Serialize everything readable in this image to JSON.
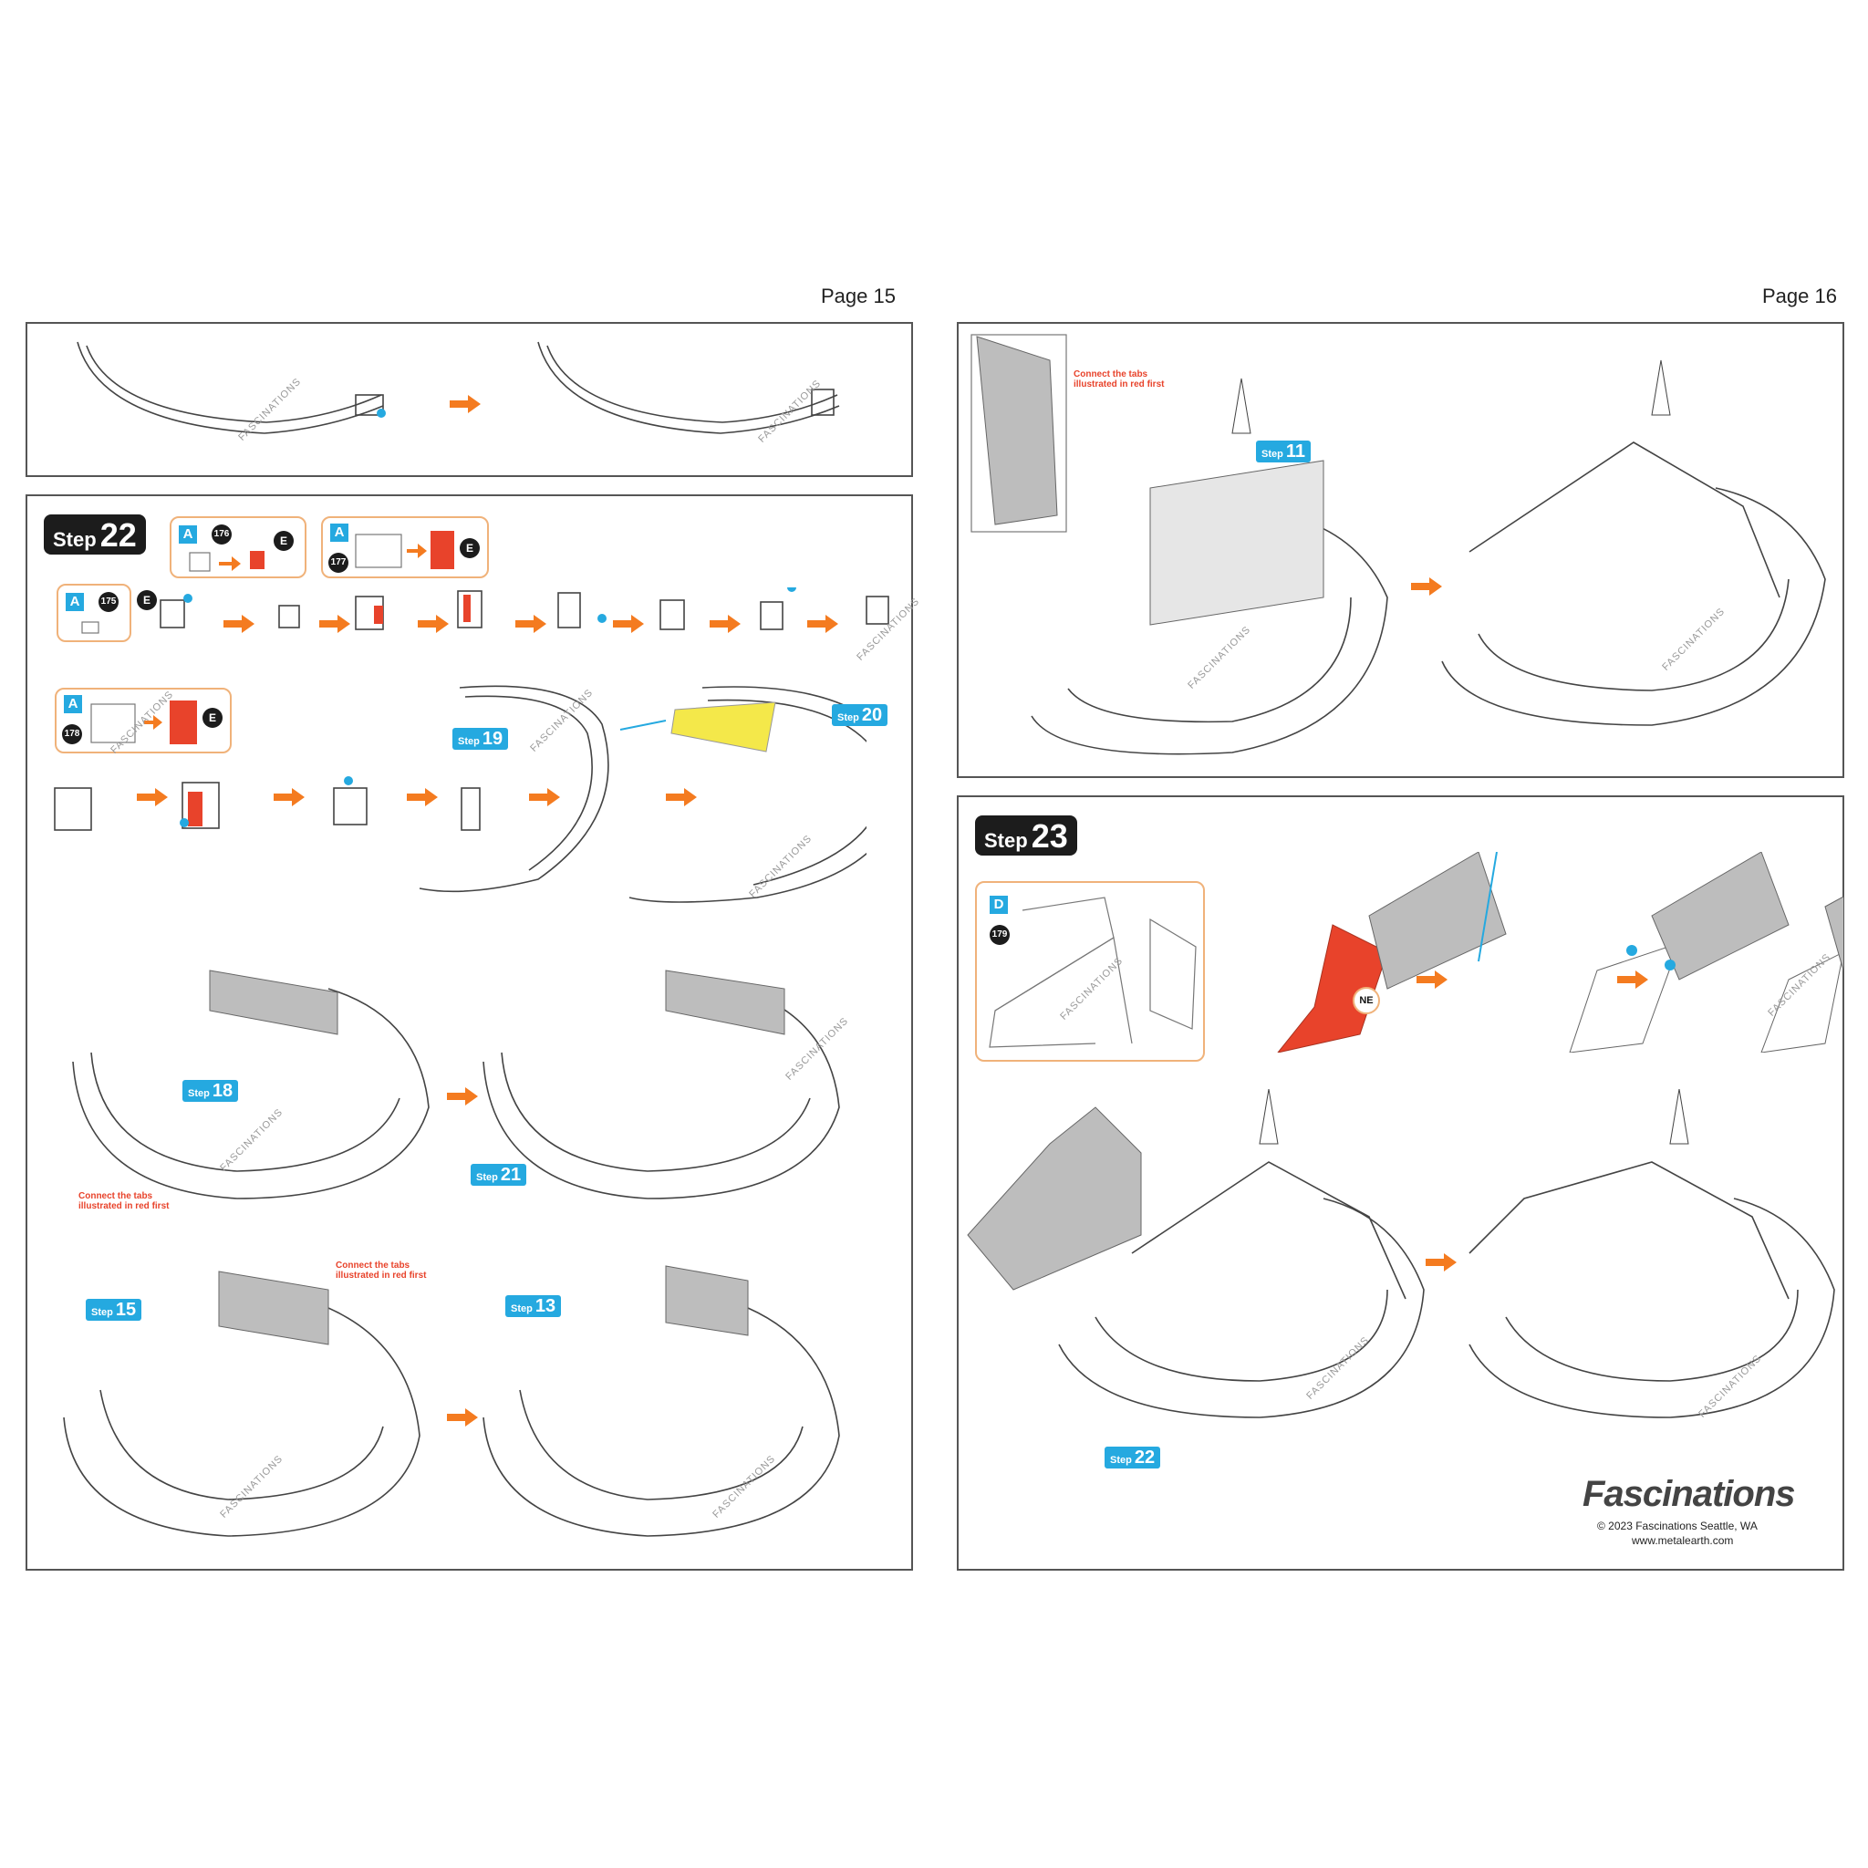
{
  "pages": {
    "left_label": "Page 15",
    "right_label": "Page 16"
  },
  "steps": {
    "word": "Step",
    "main_left": "22",
    "main_right": "23"
  },
  "ref_tags": {
    "t11": "11",
    "t18": "18",
    "t19": "19",
    "t20": "20",
    "t21": "21",
    "t15": "15",
    "t13": "13",
    "t22": "22"
  },
  "parts": {
    "a": "A",
    "d": "D",
    "e": "E",
    "p175": "175",
    "p176": "176",
    "p177": "177",
    "p178": "178",
    "p179": "179",
    "ne": "NE"
  },
  "notes": {
    "connect_line1": "Connect the tabs",
    "connect_line2": "illustrated in red first"
  },
  "watermark": "FASCINATIONS",
  "brand": {
    "name": "Fascinations",
    "copyright": "© 2023 Fascinations Seattle, WA",
    "url": "www.metalearth.com"
  },
  "colors": {
    "accent_orange": "#f47b20",
    "tag_blue": "#25a9e0",
    "part_red": "#e8432b",
    "highlight_yellow": "#f4e84a",
    "frame_gray": "#555555"
  }
}
